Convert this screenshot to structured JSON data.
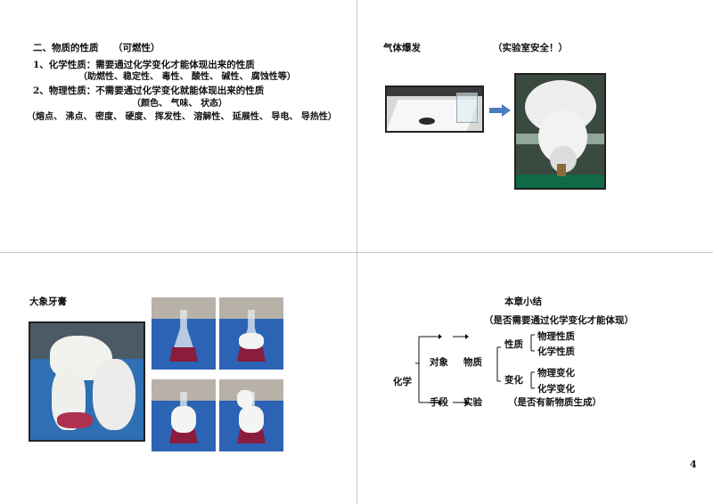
{
  "slide1": {
    "heading": "二、物质的性质",
    "heading_note": "（可燃性）",
    "chem_line": "1、化学性质：需要通过化学变化才能体现出来的性质",
    "chem_examples": "（助燃性、稳定性、 毒性、 酸性、 碱性、 腐蚀性等）",
    "phys_line": "2、物理性质：不需要通过化学变化就能体现出来的性质",
    "phys_examples1": "（颜色、 气味、 状态）",
    "phys_examples2": "（熔点、 沸点、 密度、 硬度、 挥发性、 溶解性、 延展性、 导电、 导热性）"
  },
  "slide2": {
    "title": "气体爆发",
    "note": "（实验室安全！）"
  },
  "slide3": {
    "title": "大象牙膏"
  },
  "slide4": {
    "title": "本章小结",
    "subtitle": "（是否需要通过化学变化才能体现）",
    "root": "化学",
    "object_label": "对象",
    "object_target": "物质",
    "properties": "性质",
    "physical_property": "物理性质",
    "chemical_property": "化学性质",
    "changes": "变化",
    "physical_change": "物理变化",
    "chemical_change": "化学变化",
    "method_label": "手段",
    "method_target": "实验",
    "bottom_note": "（是否有新物质生成）"
  },
  "page_number": "4",
  "colors": {
    "arrow": "#4a7cc0",
    "divider": "#c8c8c8"
  }
}
